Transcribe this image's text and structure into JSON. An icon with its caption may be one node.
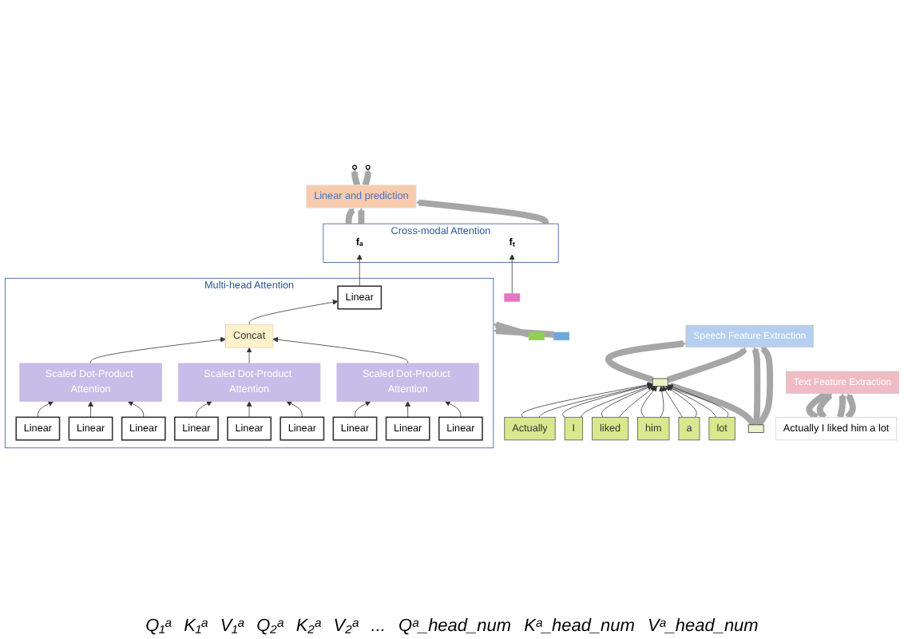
{
  "diagram": {
    "nodes": [
      {
        "text": [],
        "shape": "circle"
      },
      {
        "text": [],
        "shape": "circle"
      },
      {
        "text": [
          "Linear and prediction"
        ]
      },
      {
        "text": [
          "Cross-modal Attention"
        ]
      },
      {
        "text": [
          "fₐ"
        ],
        "in": 3
      },
      {
        "text": [
          "fₜ"
        ],
        "in": 3
      },
      {
        "text": [
          "Multi-head Attention"
        ]
      },
      {
        "text": [
          "Linear"
        ],
        "in": 6
      },
      {
        "text": [
          "Concat"
        ],
        "in": 6
      },
      {
        "text": [
          "Scaled Dot-Product Attention"
        ],
        "in": 6
      },
      {
        "text": [
          "Linear"
        ],
        "in": 6
      },
      {
        "text": [
          "Linear"
        ],
        "in": 6
      },
      {
        "text": [
          "Linear"
        ],
        "in": 6
      },
      {
        "text": [
          "Scaled Dot-Product Attention"
        ],
        "in": 6
      },
      {
        "text": [
          "Linear"
        ],
        "in": 6
      },
      {
        "text": [
          "Linear"
        ],
        "in": 6
      },
      {
        "text": [
          "Linear"
        ],
        "in": 6
      },
      {
        "text": [
          "Scaled Dot-Product Attention"
        ],
        "in": 6
      },
      {
        "text": [
          "Linear"
        ],
        "in": 6
      },
      {
        "text": [
          "Linear"
        ],
        "in": 6
      },
      {
        "text": [
          "Linear"
        ],
        "in": 6
      },
      {
        "text": [],
        "shape": "bar"
      },
      {
        "text": [],
        "shape": "bar"
      },
      {
        "text": [],
        "shape": "bar"
      },
      {
        "text": [
          "Speech Feature Extraction"
        ]
      },
      {
        "text": [
          "Text Feature Extraction"
        ]
      },
      {
        "text": [],
        "shape": "box"
      },
      {
        "text": [
          "Actually"
        ]
      },
      {
        "text": [
          "I"
        ]
      },
      {
        "text": [
          "liked"
        ]
      },
      {
        "text": [
          "him"
        ]
      },
      {
        "text": [
          "a"
        ]
      },
      {
        "text": [
          "lot"
        ]
      },
      {
        "text": [],
        "shape": "box"
      },
      {
        "text": [
          "Actually I liked him  a lot"
        ]
      }
    ],
    "edges": [
      {
        "from": 2,
        "to": 0,
        "arrow": "to",
        "style": "thick",
        "color": "#a6a6a6"
      },
      {
        "from": 2,
        "to": 1,
        "arrow": "to",
        "style": "thick",
        "color": "#a6a6a6"
      },
      {
        "from": 3,
        "to": 2,
        "arrow": "to",
        "style": "thick",
        "color": "#a6a6a6"
      },
      {
        "from": 3,
        "to": 2,
        "arrow": "to",
        "style": "thick",
        "color": "#a6a6a6"
      },
      {
        "from": 3,
        "to": 2,
        "arrow": "to",
        "style": "thick",
        "color": "#a6a6a6"
      },
      {
        "from": 7,
        "to": 4,
        "arrow": "to"
      },
      {
        "from": 8,
        "to": 7,
        "arrow": "to"
      },
      {
        "from": 9,
        "to": 8,
        "arrow": "to"
      },
      {
        "from": 13,
        "to": 8,
        "arrow": "to"
      },
      {
        "from": 17,
        "to": 8,
        "arrow": "to"
      },
      {
        "from": 10,
        "to": 9,
        "arrow": "to"
      },
      {
        "from": 11,
        "to": 9,
        "arrow": "to"
      },
      {
        "from": 12,
        "to": 9,
        "arrow": "to"
      },
      {
        "from": 14,
        "to": 13,
        "arrow": "to"
      },
      {
        "from": 15,
        "to": 13,
        "arrow": "to"
      },
      {
        "from": 16,
        "to": 13,
        "arrow": "to"
      },
      {
        "from": 18,
        "to": 17,
        "arrow": "to"
      },
      {
        "from": 19,
        "to": 17,
        "arrow": "to"
      },
      {
        "from": 20,
        "to": 17,
        "arrow": "to"
      },
      {
        "from": 21,
        "to": 6,
        "arrow": "to",
        "style": "thick",
        "color": "#a6a6a6"
      },
      {
        "from": 22,
        "to": 6,
        "arrow": "to",
        "style": "thick",
        "color": "#a6a6a6"
      },
      {
        "from": 23,
        "to": 5,
        "arrow": "to"
      },
      {
        "from": 26,
        "to": 24,
        "arrow": "to",
        "style": "thick",
        "color": "#a6a6a6"
      },
      {
        "from": 26,
        "to": 24,
        "arrow": "to",
        "style": "thick",
        "color": "#a6a6a6"
      },
      {
        "from": 33,
        "to": 26,
        "arrow": "to",
        "style": "thick",
        "color": "#a6a6a6"
      },
      {
        "from": 33,
        "to": 24,
        "arrow": "to",
        "style": "thick",
        "color": "#a6a6a6"
      },
      {
        "from": 33,
        "to": 24,
        "arrow": "to",
        "style": "thick",
        "color": "#a6a6a6"
      },
      {
        "from": 34,
        "to": 25,
        "arrow": "to",
        "style": "thick",
        "color": "#a6a6a6"
      },
      {
        "from": 34,
        "to": 25,
        "arrow": "to",
        "style": "thick",
        "color": "#a6a6a6"
      },
      {
        "from": 34,
        "to": 25,
        "arrow": "to",
        "style": "thick",
        "color": "#a6a6a6"
      },
      {
        "from": 34,
        "to": 25,
        "arrow": "to",
        "style": "thick",
        "color": "#a6a6a6"
      },
      {
        "from": 27,
        "to": 26,
        "arrow": "to"
      },
      {
        "from": 27,
        "to": 26,
        "arrow": "to"
      },
      {
        "from": 28,
        "to": 26,
        "arrow": "to"
      },
      {
        "from": 28,
        "to": 26,
        "arrow": "to"
      },
      {
        "from": 29,
        "to": 26,
        "arrow": "to"
      },
      {
        "from": 29,
        "to": 26,
        "arrow": "to"
      },
      {
        "from": 30,
        "to": 26,
        "arrow": "to"
      },
      {
        "from": 30,
        "to": 26,
        "arrow": "to"
      },
      {
        "from": 31,
        "to": 26,
        "arrow": "to"
      },
      {
        "from": 31,
        "to": 26,
        "arrow": "to"
      },
      {
        "from": 32,
        "to": 26,
        "arrow": "to"
      },
      {
        "from": 32,
        "to": 26,
        "arrow": "to"
      }
    ],
    "labels": [
      "Q₁ᵃ",
      "K₁ᵃ",
      "V₁ᵃ",
      "Q₂ᵃ",
      "K₂ᵃ",
      "V₂ᵃ",
      "...",
      "Qᵃ_head_num",
      "Kᵃ_head_num",
      "Vᵃ_head_num"
    ]
  }
}
